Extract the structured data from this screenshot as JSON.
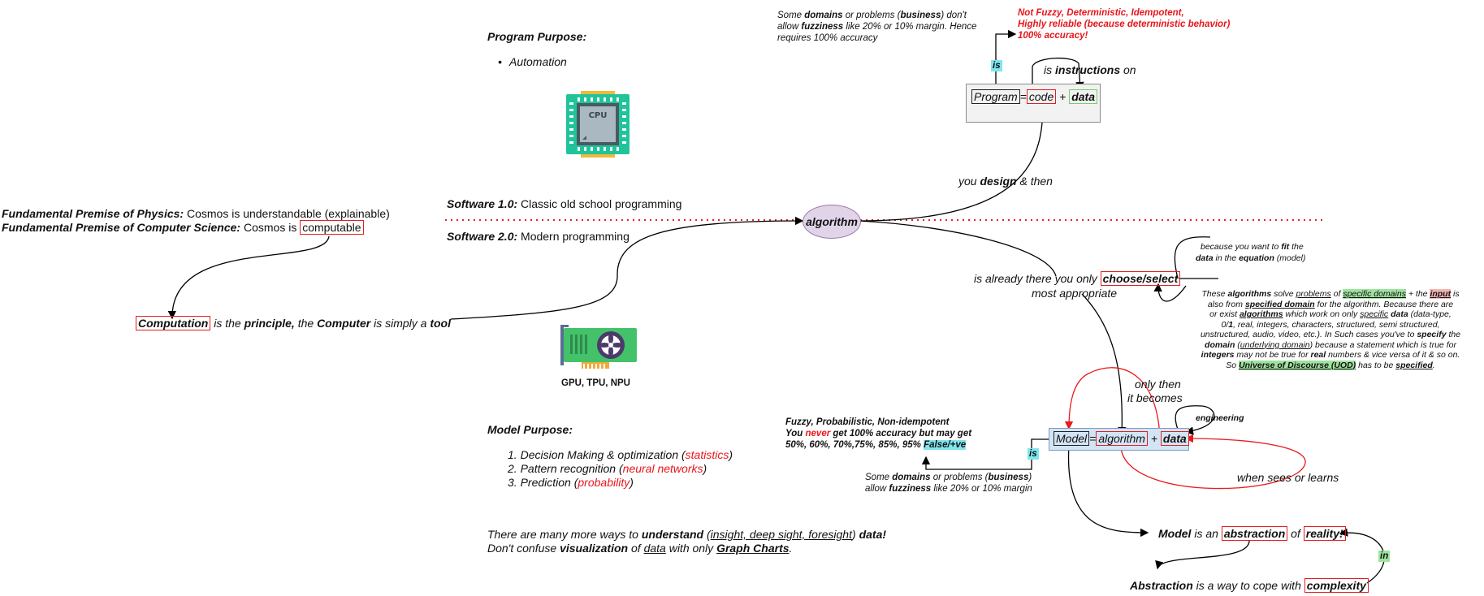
{
  "premise": {
    "physics_label": "Fundamental Premise of  Physics:",
    "physics_text": " Cosmos is understandable (explainable)",
    "cs_label": "Fundamental Premise of Computer Science:",
    "cs_text": " Cosmos is ",
    "cs_word": "computable"
  },
  "computation": {
    "word": "Computation",
    "t1": " is the ",
    "principle": "principle,",
    "t2": " the ",
    "computer": "Computer",
    "t3": " is simply a ",
    "tool": "tool"
  },
  "software": {
    "s1_label": "Software 1.0:",
    "s1_text": " Classic old school programming",
    "s2_label": "Software 2.0:",
    "s2_text": " Modern programming"
  },
  "program_purpose": {
    "title": "Program Purpose:",
    "item": "Automation"
  },
  "gpu_caption": "GPU, TPU, NPU",
  "cpu_chip_label": "CPU",
  "model_purpose": {
    "title": "Model Purpose:",
    "items": [
      {
        "n": "1.",
        "pre": "Decision Making & optimization (",
        "red": "statistics",
        "post": ")"
      },
      {
        "n": "2.",
        "pre": "Pattern recognition (",
        "red": "neural networks",
        "post": ")"
      },
      {
        "n": "3.",
        "pre": "Prediction (",
        "red": "probability",
        "post": ")"
      }
    ]
  },
  "understand": {
    "l1_a": "There are many more ways to ",
    "l1_b": "understand",
    "l1_c": " (",
    "l1_d": "insight, deep sight, foresight",
    "l1_e": ") ",
    "l1_f": "data!",
    "l2_a": "Don't confuse ",
    "l2_b": "visualization",
    "l2_c": " of ",
    "l2_d": "data",
    "l2_e": " with only ",
    "l2_f": "Graph Charts",
    "l2_g": "."
  },
  "algorithm_node": "algorithm",
  "program_eq": {
    "program": "Program",
    "eq": "=",
    "code": "code",
    "plus": "+",
    "data": "data"
  },
  "is_instructions": {
    "a": "is ",
    "b": "instructions",
    "c": " on"
  },
  "is_badge": "is",
  "top_note": {
    "l1_a": "Some ",
    "l1_b": "domains",
    "l1_c": " or problems (",
    "l1_d": "business",
    "l1_e": ") don't",
    "l2_a": "allow ",
    "l2_b": "fuzziness",
    "l2_c": " like 20% or 10% margin. Hence",
    "l3": "requires 100% accuracy"
  },
  "not_fuzzy": {
    "l1": "Not Fuzzy, Deterministic, Idempotent,",
    "l2": "Highly reliable (because deterministic behavior)",
    "l3": "100% accuracy!"
  },
  "you_design": {
    "a": "you ",
    "b": "design",
    "c": " & then"
  },
  "already": {
    "a": "is already there you only ",
    "choose": "choose/select",
    "b": "most appropriate"
  },
  "because": {
    "a": "because you want to ",
    "fit": "fit",
    "b": " the",
    "c": "data",
    "d": " in the ",
    "e": "equation",
    "f": " (model)"
  },
  "algo_para": {
    "l1_a": "These ",
    "l1_b": "algorithms",
    "l1_c": " solve ",
    "l1_d": "problems",
    "l1_e": " of ",
    "l1_f": "specific domains",
    "l1_g": " + the ",
    "l1_h": "input",
    "l1_i": " is",
    "l2_a": "also from ",
    "l2_b": "specified domain",
    "l2_c": " for the algorithm. Because there are",
    "l3_a": "or exist ",
    "l3_b": "algorithms",
    "l3_c": " which work on only ",
    "l3_d": "specific",
    "l3_e": " ",
    "l3_f": "data",
    "l3_g": " (data-type,",
    "l4_a": "0/",
    "l4_b": "1",
    "l4_c": ", real, integers, characters, structured, semi structured,",
    "l5_a": "unstructured, audio, video, etc.). In Such cases you've to ",
    "l5_b": "specify",
    "l5_c": " the",
    "l6_a": "domain",
    "l6_b": " (",
    "l6_c": "underlying domain",
    "l6_d": ") because a statement which is true for",
    "l7_a": "integers",
    "l7_b": " may not be true for ",
    "l7_c": "real",
    "l7_d": " numbers & vice versa of it & so on.",
    "l8_a": "So ",
    "l8_b": "Universe of Discourse (UOD)",
    "l8_c": " has to be ",
    "l8_d": "specified",
    "l8_e": "."
  },
  "only_then": {
    "l1": "only then",
    "l2": "it becomes"
  },
  "engineering": "engineering",
  "when_sees": "when sees or learns",
  "model_eq": {
    "model": "Model",
    "eq": "=",
    "algorithm": "algorithm",
    "plus": "+",
    "data": "data"
  },
  "fuzzy": {
    "l1": "Fuzzy, Probabilistic, Non-idempotent",
    "l2_a": "You ",
    "l2_b": "never",
    "l2_c": " get 100% accuracy but may get",
    "l3_a": "50%, 60%, 70%,75%, 85%, 95% ",
    "l3_b": "False/+ve"
  },
  "bottom_note": {
    "l1_a": "Some ",
    "l1_b": "domains",
    "l1_c": " or problems (",
    "l1_d": "business",
    "l1_e": ")",
    "l2_a": "allow ",
    "l2_b": "fuzziness",
    "l2_c": " like 20% or 10% margin"
  },
  "model_abs": {
    "a": "Model",
    "b": " is an ",
    "c": "abstraction",
    "d": " of ",
    "e": "reality!"
  },
  "in_badge": "in",
  "abstraction": {
    "a": "Abstraction",
    "b": " is a way to cope with ",
    "c": "complexity"
  }
}
